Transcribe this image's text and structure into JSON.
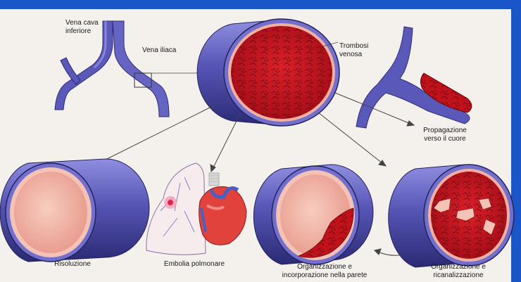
{
  "colors": {
    "frame_blue": "#1b56c8",
    "vein_blue": "#5a58b8",
    "vein_dark": "#2f2d7a",
    "clot_red": "#c0121b",
    "lumen_pink": "#f2b0a2",
    "paper": "#f4f1ec"
  },
  "labels": {
    "vena_cava": "Vena cava\ninferiore",
    "vena_iliaca": "Vena iliaca",
    "trombosi": "Trombosi\nvenosa",
    "propagazione": "Propagazione\nverso il cuore",
    "risoluzione": "Risoluzione",
    "embolia": "Embolia polmonare",
    "organizzazione_parete": "Organizzazione e\nincorporazione nella parete",
    "organizzazione_ricanal": "Organizzazione e\nricanalizzazione"
  }
}
